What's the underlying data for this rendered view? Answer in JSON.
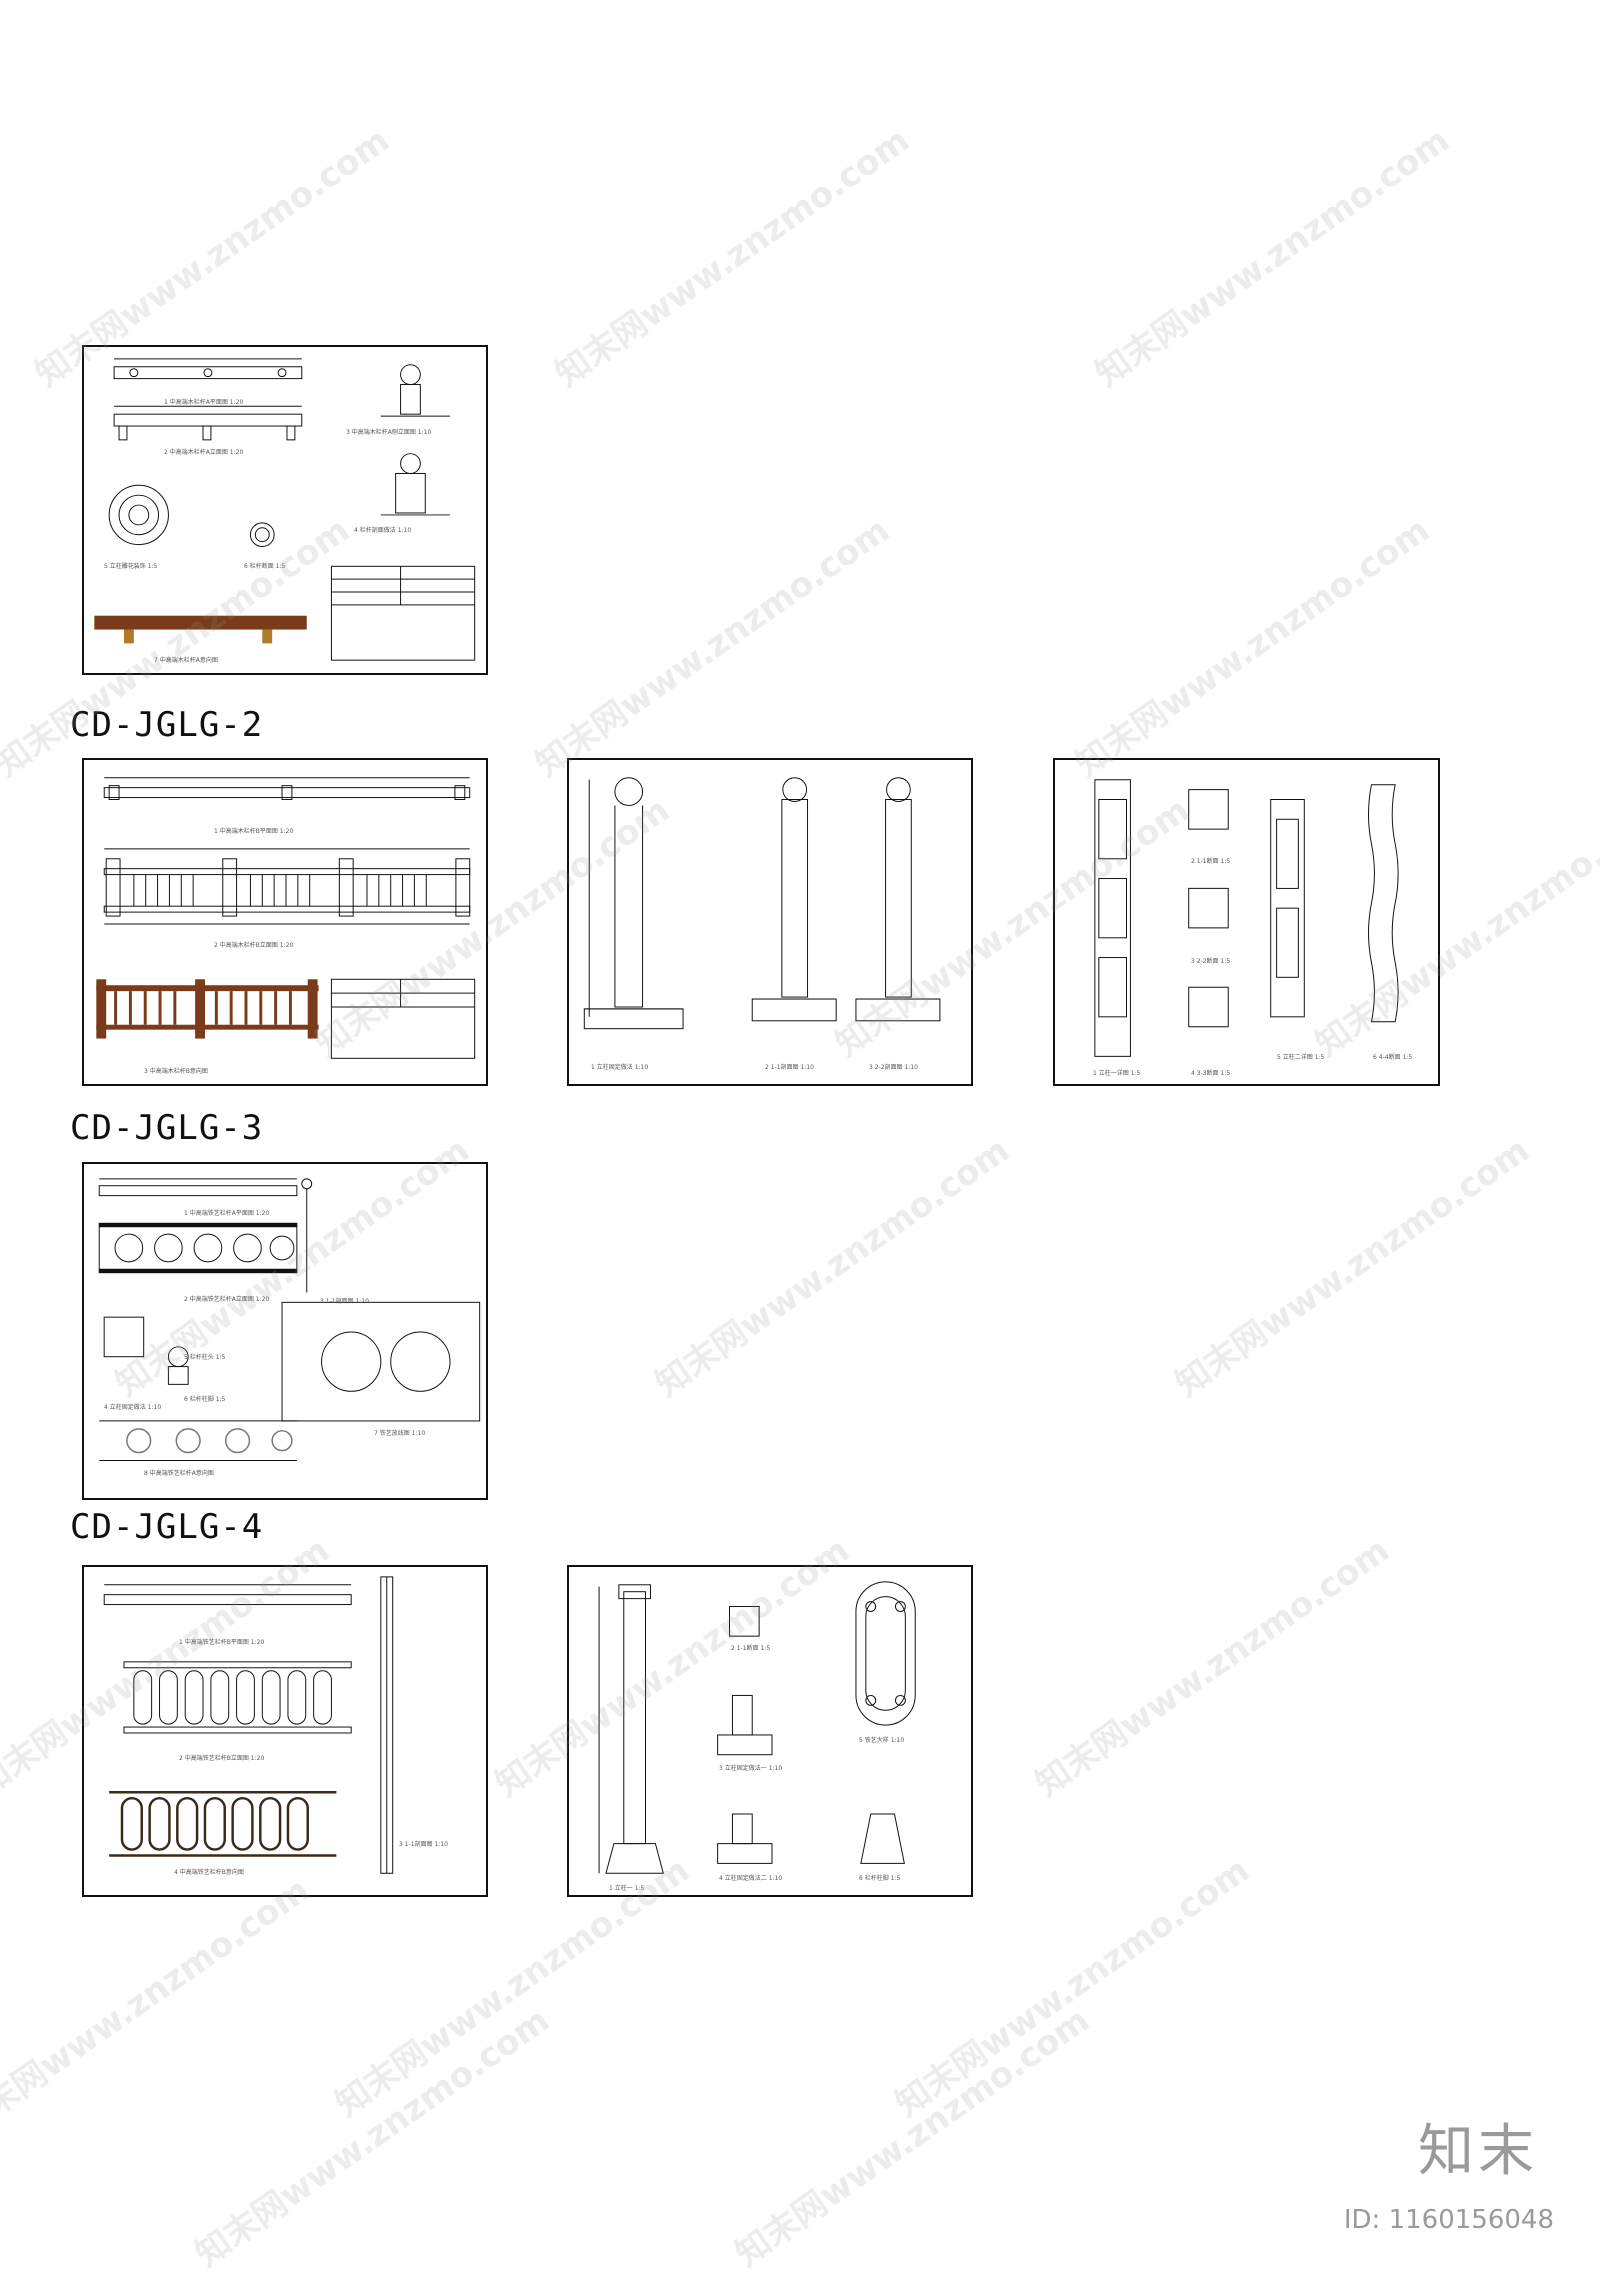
{
  "groups": [
    {
      "label": ""
    },
    {
      "label": "CD-JGLG-2"
    },
    {
      "label": "CD-JGLG-3"
    },
    {
      "label": "CD-JGLG-4"
    }
  ],
  "sheet1": {
    "views": [
      {
        "num": "1",
        "title": "中高端木栏杆A平面图",
        "scale": "1:20"
      },
      {
        "num": "2",
        "title": "中高端木栏杆A立面图",
        "scale": "1:20"
      },
      {
        "num": "3",
        "title": "中高端木栏杆A侧立面图",
        "scale": "1:10"
      },
      {
        "num": "4",
        "title": "栏杆剖面做法",
        "scale": "1:10"
      },
      {
        "num": "5",
        "title": "立柱雕花装饰",
        "scale": "1:5"
      },
      {
        "num": "6",
        "title": "栏杆断面",
        "scale": "1:5"
      },
      {
        "num": "7",
        "title": "中高端木栏杆A意向图",
        "scale": ""
      }
    ]
  },
  "sheet2": {
    "views": [
      {
        "num": "1",
        "title": "中高端木栏杆B平面图",
        "scale": "1:20"
      },
      {
        "num": "2",
        "title": "中高端木栏杆B立面图",
        "scale": "1:20"
      },
      {
        "num": "3",
        "title": "中高端木栏杆B意向图",
        "scale": ""
      }
    ]
  },
  "sheet3": {
    "views": [
      {
        "num": "1",
        "title": "立柱固定做法",
        "scale": "1:10"
      },
      {
        "num": "2",
        "title": "1-1剖面图",
        "scale": "1:10"
      },
      {
        "num": "3",
        "title": "2-2剖面图",
        "scale": "1:10"
      }
    ]
  },
  "sheet4": {
    "views": [
      {
        "num": "1",
        "title": "立柱一详图",
        "scale": "1:5"
      },
      {
        "num": "2",
        "title": "1-1断面",
        "scale": "1:5"
      },
      {
        "num": "3",
        "title": "2-2断面",
        "scale": "1:5"
      },
      {
        "num": "4",
        "title": "3-3断面",
        "scale": "1:5"
      },
      {
        "num": "5",
        "title": "立柱二详图",
        "scale": "1:5"
      },
      {
        "num": "6",
        "title": "4-4断面",
        "scale": "1:5"
      }
    ]
  },
  "sheet5": {
    "views": [
      {
        "num": "1",
        "title": "中高端铁艺栏杆A平面图",
        "scale": "1:20"
      },
      {
        "num": "2",
        "title": "中高端铁艺栏杆A立面图",
        "scale": "1:20"
      },
      {
        "num": "3",
        "title": "1-1剖面图",
        "scale": "1:10"
      },
      {
        "num": "4",
        "title": "立柱固定做法",
        "scale": "1:10"
      },
      {
        "num": "5",
        "title": "栏杆柱头",
        "scale": "1:5"
      },
      {
        "num": "6",
        "title": "栏杆柱脚",
        "scale": "1:5"
      },
      {
        "num": "7",
        "title": "铁艺放线图",
        "scale": "1:10"
      },
      {
        "num": "8",
        "title": "中高端铁艺栏杆A意向图",
        "scale": ""
      }
    ]
  },
  "sheet6": {
    "views": [
      {
        "num": "1",
        "title": "中高端铁艺栏杆B平面图",
        "scale": "1:20"
      },
      {
        "num": "2",
        "title": "中高端铁艺栏杆B立面图",
        "scale": "1:20"
      },
      {
        "num": "3",
        "title": "1-1剖面图",
        "scale": "1:10"
      },
      {
        "num": "4",
        "title": "中高端铁艺栏杆B意向图",
        "scale": ""
      }
    ]
  },
  "sheet7": {
    "views": [
      {
        "num": "1",
        "title": "立柱一",
        "scale": "1:5"
      },
      {
        "num": "2",
        "title": "1-1断面",
        "scale": "1:5"
      },
      {
        "num": "3",
        "title": "立柱固定做法一",
        "scale": "1:10"
      },
      {
        "num": "4",
        "title": "立柱固定做法二",
        "scale": "1:10"
      },
      {
        "num": "5",
        "title": "铁艺大样",
        "scale": "1:10"
      },
      {
        "num": "6",
        "title": "栏杆柱脚",
        "scale": "1:5"
      }
    ]
  },
  "watermark": {
    "text": "知末网www.znzmo.com"
  },
  "brand": {
    "logo": "知末",
    "id_text": "ID: 1160156048"
  },
  "colors": {
    "line": "#111111",
    "wood": "#7a3b1a",
    "bronze": "#b07a2a",
    "watermark": "#969696"
  }
}
